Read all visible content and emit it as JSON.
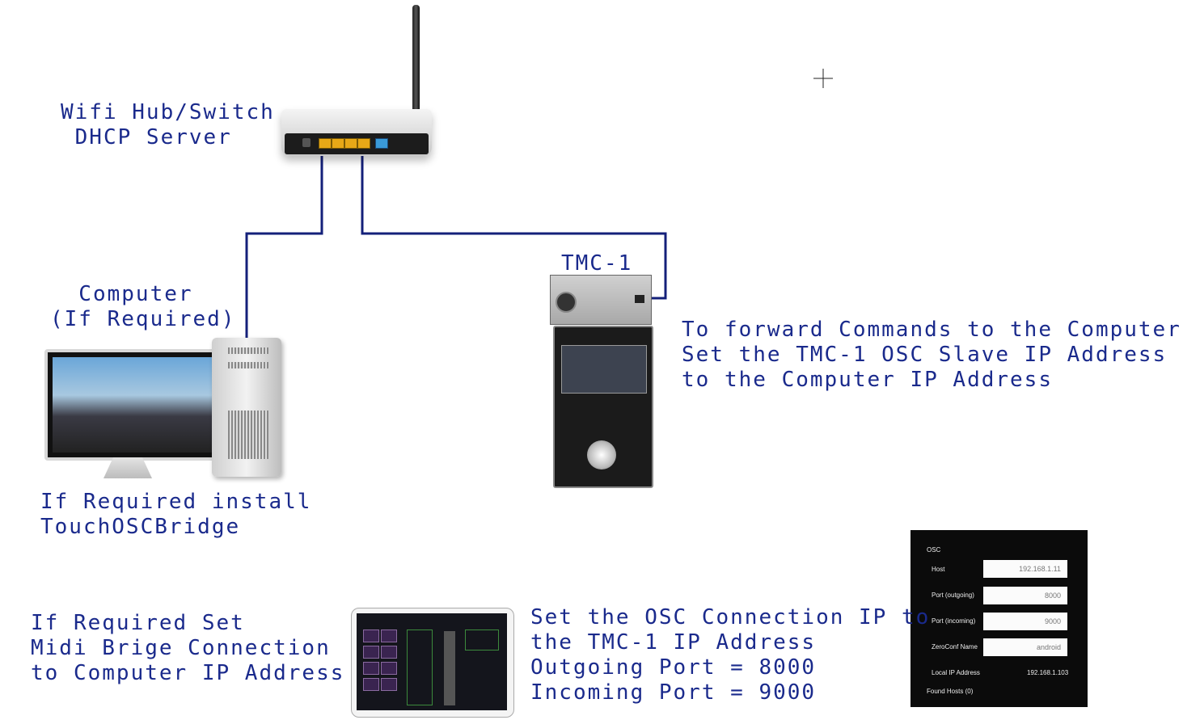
{
  "labels": {
    "router": [
      "Wifi Hub/Switch",
      " DHCP Server"
    ],
    "tmc": "TMC-1",
    "computer": [
      "  Computer",
      "(If Required)"
    ],
    "forward": [
      "To forward Commands to the Computer",
      "Set the TMC-1 OSC Slave IP Address",
      "to the Computer IP Address"
    ],
    "bridge": [
      "If Required install",
      "TouchOSCBridge"
    ],
    "midi": [
      "If Required Set",
      "Midi Brige Connection",
      "to Computer IP Address"
    ],
    "osc_connection": [
      "Set the OSC Connection IP to",
      "the TMC-1 IP Address",
      "Outgoing Port = 8000",
      "Incoming Port = 9000"
    ]
  },
  "osc_screen": {
    "section": "OSC",
    "host_label": "Host",
    "host_value": "192.168.1.11",
    "out_label": "Port (outgoing)",
    "out_value": "8000",
    "in_label": "Port (incoming)",
    "in_value": "9000",
    "zeroconf_label": "ZeroConf Name",
    "zeroconf_value": "android",
    "local_ip_label": "Local IP Address",
    "local_ip_value": "192.168.1.103",
    "found_hosts_label": "Found Hosts (0)"
  },
  "colors": {
    "text": "#1a2a8c",
    "wire": "#14207a",
    "port": "#e7a817"
  },
  "icons": [
    "router-icon",
    "computer-icon",
    "tmc1-device-icon",
    "tablet-icon",
    "crosshair-icon"
  ]
}
